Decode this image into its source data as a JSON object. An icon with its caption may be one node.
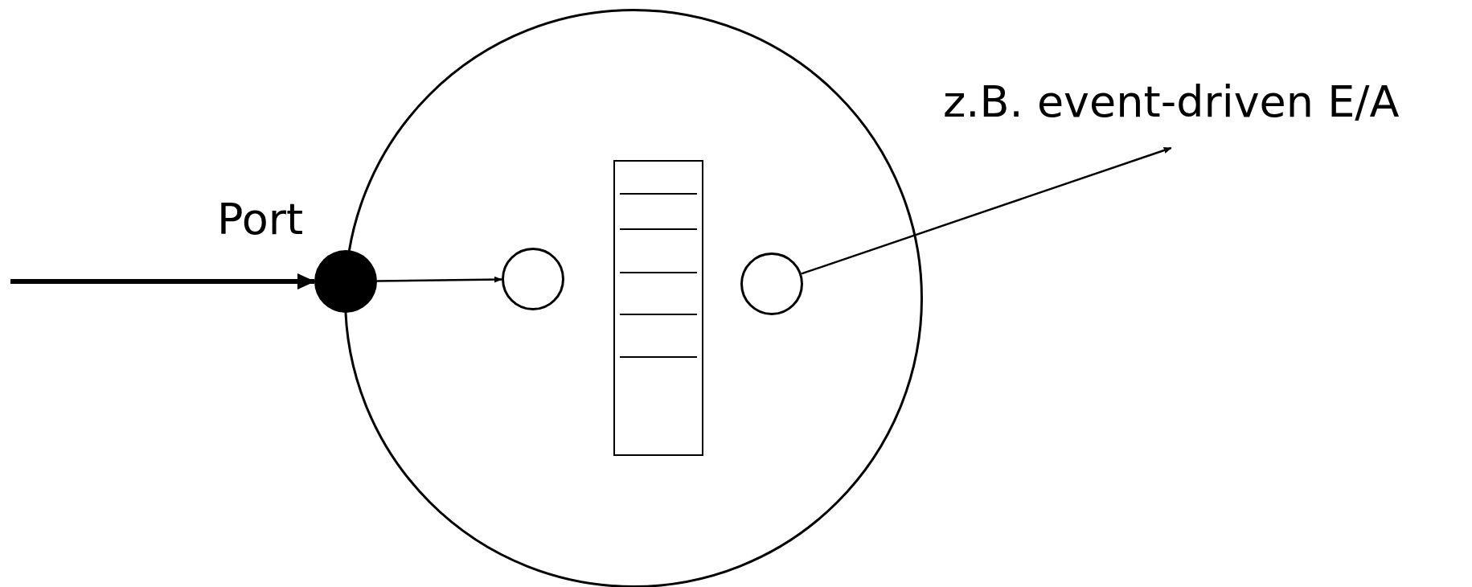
{
  "diagram": {
    "nodes": [
      {
        "text": [],
        "shape": "circle"
      },
      {
        "text": [],
        "shape": "circle",
        "beside": [
          "Port"
        ]
      },
      {
        "text": [],
        "shape": "circle",
        "in": 0
      },
      {
        "text": [],
        "shape": "box",
        "in": 0
      },
      {
        "text": [],
        "shape": "circle",
        "in": 0
      },
      {
        "text": [
          "z.B. event-driven E/A"
        ]
      }
    ],
    "edges": [
      {
        "from": null,
        "to": 1,
        "arrow": "to",
        "style": "thick"
      },
      {
        "from": 1,
        "to": 2,
        "arrow": "to"
      },
      {
        "from": 4,
        "to": 5,
        "arrow": "to"
      }
    ]
  }
}
